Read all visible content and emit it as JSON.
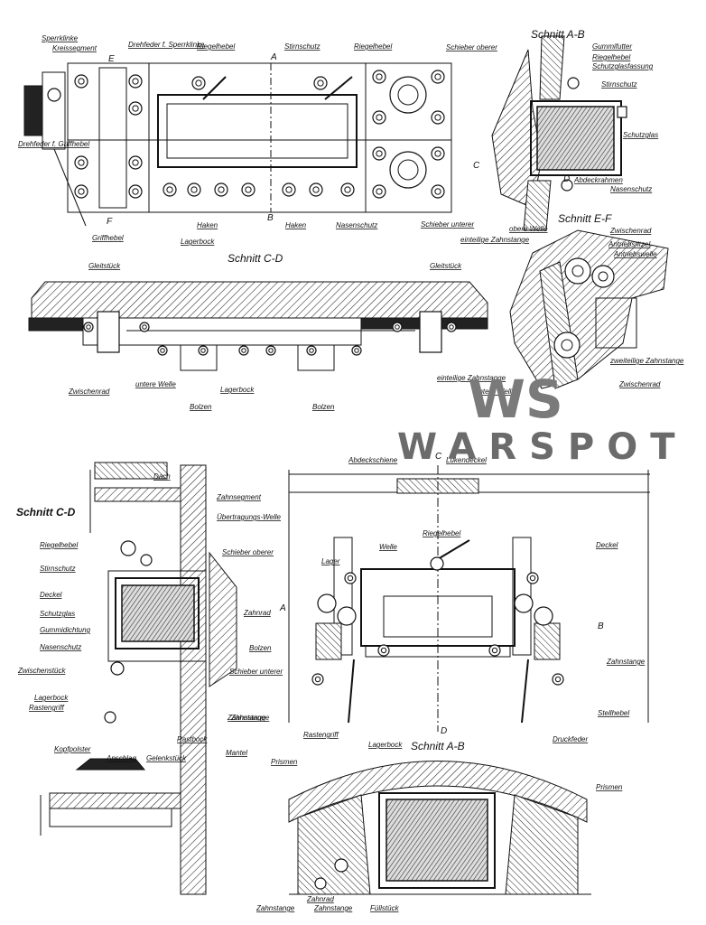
{
  "watermark": {
    "logo": "WS",
    "text": "WARSPOT"
  },
  "top_plan": {
    "labels": {
      "sperrklinke": "Sperrklinke",
      "kreissegment": "Kreissegment",
      "drehfeder_sperrklinke": "Drehfeder f. Sperrklinke",
      "riegelhebel_left": "Riegelhebel",
      "stirnschutz": "Stirnschutz",
      "riegelhebel_right": "Riegelhebel",
      "drehfeder_griffhebel": "Drehfeder f. Griffhebel",
      "griffhebel": "Griffhebel",
      "haken_left": "Haken",
      "lagerbock": "Lagerbock",
      "haken_right": "Haken",
      "nasenschutz": "Nasenschutz"
    },
    "letters": {
      "e": "E",
      "f": "F",
      "a": "A",
      "b": "B"
    }
  },
  "schnitt_ab_top": {
    "title": "Schnitt A-B",
    "labels": {
      "schieber_oberer": "Schieber oberer",
      "gummifutter": "Gummifutter",
      "riegelhebel": "Riegelhebel",
      "schutzglasfassung": "Schutzglasfassung",
      "stirnschutz": "Stirnschutz",
      "schutzglas": "Schutzglas",
      "abdeckrahmen": "Abdeckrahmen",
      "nasenschutz": "Nasenschutz",
      "schieber_unterer": "Schieber unterer",
      "obere_welle": "obere Welle"
    },
    "letters": {
      "c": "C",
      "d": "D"
    }
  },
  "schnitt_ef": {
    "title": "Schnitt E-F",
    "labels": {
      "einteilige_zahnstange_top": "einteilige Zahnstange",
      "zwischenrad_top": "Zwischenrad",
      "antriebsritzel": "Antriebsritzel",
      "antriebswelle": "Antriebswelle",
      "zweiteilige_zahnstange": "zweiteilige Zahnstange",
      "einteilige_zahnstange_bottom": "einteilige Zahnstange",
      "untere_welle": "untere Welle",
      "zwischenrad_bottom": "Zwischenrad"
    }
  },
  "schnitt_cd_top": {
    "title": "Schnitt C-D",
    "labels": {
      "gleitstueck_left": "Gleitstück",
      "gleitstueck_right": "Gleitstück",
      "zwischenrad": "Zwischenrad",
      "untere_welle": "untere Welle",
      "lagerbock": "Lagerbock",
      "bolzen_left": "Bolzen",
      "bolzen_right": "Bolzen"
    }
  },
  "schnitt_cd_bottom": {
    "title": "Schnitt C-D",
    "labels": {
      "dach": "Dach",
      "zahnsegment": "Zahnsegment",
      "uebertragungswelle": "Übertragungs-Welle",
      "riegelhebel": "Riegelhebel",
      "schieber_oberer": "Schieber oberer",
      "stirnschutz": "Stirnschutz",
      "deckel": "Deckel",
      "schutzglas": "Schutzglas",
      "gummidichtung": "Gummidichtung",
      "nasenschutz": "Nasenschutz",
      "zwischenstueck": "Zwischenstück",
      "lagerbock": "Lagerbock",
      "rastengriff": "Rastengriff",
      "schieber_unterer": "Schieber unterer",
      "zahnstange": "Zahnstange",
      "rastbock": "Rastbock",
      "mantel": "Mantel",
      "kopfpolster": "Kopfpolster",
      "anschlag": "Anschlag",
      "gelenkstueck": "Gelenkstück"
    }
  },
  "front_view": {
    "labels": {
      "abdeckschiene": "Abdeckschiene",
      "lukendeckel": "Lukendeckel",
      "riegelhebel": "Riegelhebel",
      "lager": "Lager",
      "welle": "Welle",
      "deckel": "Deckel",
      "zahnrad": "Zahnrad",
      "bolzen": "Bolzen",
      "zahnstange_left": "Zahnstange",
      "zahnstange_right": "Zahnstange",
      "rastengriff": "Rastengriff",
      "lagerbock": "Lagerbock",
      "stellhebel": "Stellhebel",
      "druckfeder": "Druckfeder"
    },
    "letters": {
      "c": "C",
      "a": "A",
      "b": "B",
      "d": "D"
    }
  },
  "schnitt_ab_bottom": {
    "title": "Schnitt A-B",
    "labels": {
      "prismen_left": "Prismen",
      "prismen_right": "Prismen",
      "zahnrad": "Zahnrad",
      "zahnstange_left": "Zahnstange",
      "zahnstange_mid": "Zahnstange",
      "fuellstueck": "Füllstück"
    }
  }
}
